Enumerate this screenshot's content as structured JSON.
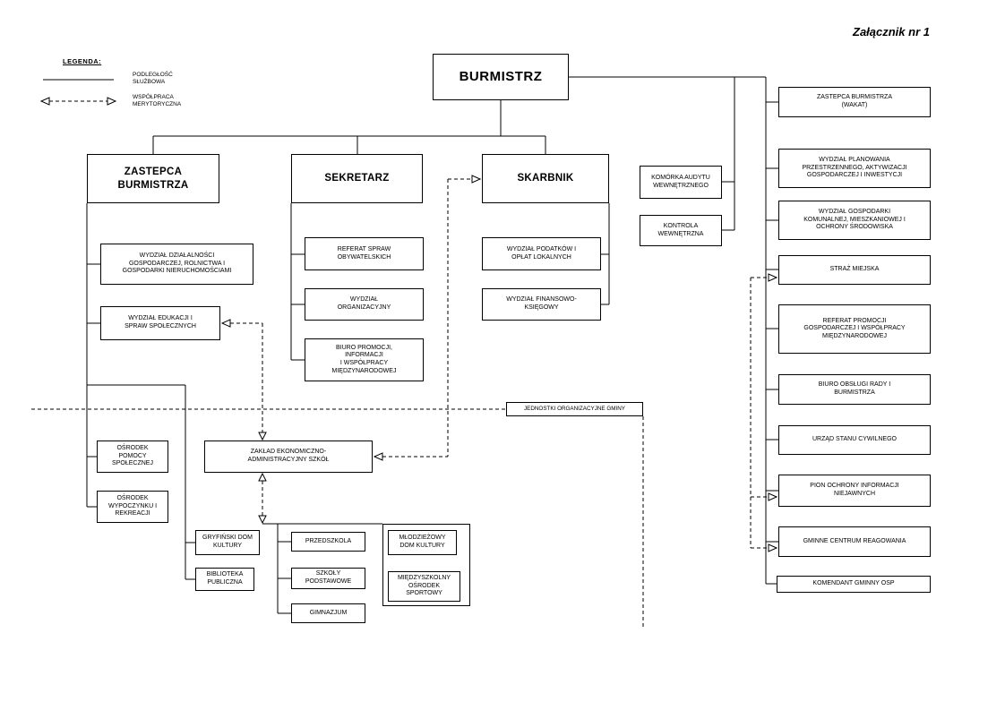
{
  "page": {
    "title": "Załącznik nr 1"
  },
  "legend": {
    "heading": "LEGENDA:",
    "solid_label": "PODLEGŁOŚĆ\nSŁUŻBOWA",
    "dashed_label": "WSPÓŁPRACA\nMERYTORYCZNA"
  },
  "colors": {
    "line": "#000000",
    "background": "#ffffff"
  },
  "section_label": "JEDNOSTKI ORGANIZACYJNE GMINY",
  "nodes": {
    "burmistrz": "BURMISTRZ",
    "zastepca_burmistrza": "ZASTEPCA\nBURMISTRZA",
    "sekretarz": "SEKRETARZ",
    "skarbnik": "SKARBNIK",
    "komorka_audytu": "KOMÓRKA AUDYTU\nWEWNĘTRZNEGO",
    "kontrola_wewnetrzna": "KONTROLA\nWEWNĘTRZNA",
    "zastepca_wakat": "ZASTEPCA BURMISTRZA\n(WAKAT)",
    "wydzial_planowania": "WYDZIAŁ PLANOWANIA\nPRZESTRZENNEGO, AKTYWIZACJI\nGOSPODARCZEJ I INWESTYCJI",
    "wydzial_gospodarki_komunalnej": "WYDZIAŁ GOSPODARKI\nKOMUNALNEJ, MIESZKANIOWEJ I\nOCHRONY ŚRODOWISKA",
    "straz_miejska": "STRAŻ MIEJSKA",
    "referat_promocji": "REFERAT PROMOCJI\nGOSPODARCZEJ I WSPÓŁPRACY\nMIĘDZYNARODOWEJ",
    "biuro_obslugi_rady": "BIURO OBSŁUGI RADY I\nBURMISTRZA",
    "urzad_stanu_cywilnego": "URZĄD STANU CYWILNEGO",
    "pion_ochrony": "PION OCHRONY INFORMACJI\nNIEJAWNYCH",
    "gminne_centrum": "GMINNE CENTRUM REAGOWANIA",
    "komendant_osp": "KOMENDANT GMINNY OSP",
    "wydzial_dzialalnosci": "WYDZIAŁ DZIAŁALNOŚCI\nGOSPODARCZEJ, ROLNICTWA I\nGOSPODARKI NIERUCHOMOŚCIAMI",
    "wydzial_edukacji": "WYDZIAŁ EDUKACJI I\nSPRAW SPOŁECZNYCH",
    "referat_spraw_obywatelskich": "REFERAT SPRAW\nOBYWATELSKICH",
    "wydzial_organizacyjny": "WYDZIAŁ\nORGANIZACYJNY",
    "biuro_promocji": "BIURO PROMOCJI,\nINFORMACJI\nI WSPÓŁPRACY\nMIĘDZYNARODOWEJ",
    "wydzial_podatkow": "WYDZIAŁ PODATKÓW I\nOPŁAT LOKALNYCH",
    "wydzial_finansowo_ksiegowy": "WYDZIAŁ FINANSOWO-\nKSIĘGOWY",
    "osrodek_pomocy": "OŚRODEK\nPOMOCY\nSPOŁECZNEJ",
    "osrodek_wypoczynku": "OŚRODEK\nWYPOCZYNKU I\nREKREACJI",
    "zaklad_ekonomiczno": "ZAKŁAD EKONOMICZNO-\nADMINISTRACYJNY SZKÓŁ",
    "gryfinski_dom_kultury": "GRYFIŃSKI DOM\nKULTURY",
    "biblioteka_publiczna": "BIBLIOTEKA\nPUBLICZNA",
    "przedszkola": "PRZEDSZKOLA",
    "szkoly_podstawowe": "SZKOŁY\nPODSTAWOWE",
    "gimnazjum": "GIMNAZJUM",
    "mlodziezowy_dom_kultury": "MŁODZIEŻOWY\nDOM KULTURY",
    "miedzyszkolny_osrodek": "MIĘDZYSZKOLNY\nOŚRODEK\nSPORTOWY"
  }
}
